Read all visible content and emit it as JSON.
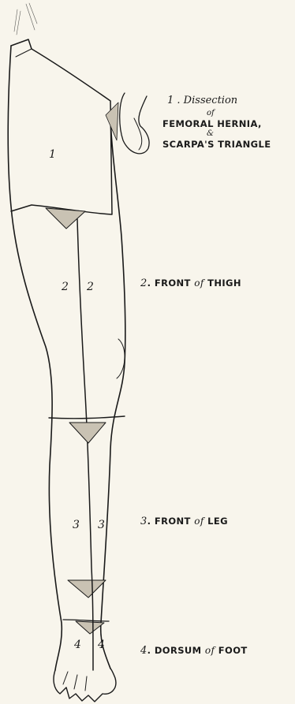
{
  "figure": {
    "ink": "#1a1a1a",
    "paper": "#f8f5ec"
  },
  "regions": [
    {
      "id": "r1",
      "number": "1"
    },
    {
      "id": "r2",
      "number": "2"
    },
    {
      "id": "r3",
      "number": "3"
    },
    {
      "id": "r4",
      "number": "4"
    }
  ],
  "captions": {
    "c1": {
      "number": "1",
      "title": ". Dissection",
      "of": "of",
      "line2": "FEMORAL HERNIA,",
      "amp": "&",
      "line3": "SCARPA'S TRIANGLE"
    },
    "c2": {
      "number": "2",
      "text1": ". FRONT",
      "of": "of",
      "text2": "THIGH"
    },
    "c3": {
      "number": "3",
      "text1": ". FRONT",
      "of": "of",
      "text2": "LEG"
    },
    "c4": {
      "number": "4",
      "text1": ". DORSUM",
      "of": "of",
      "text2": "FOOT"
    }
  }
}
